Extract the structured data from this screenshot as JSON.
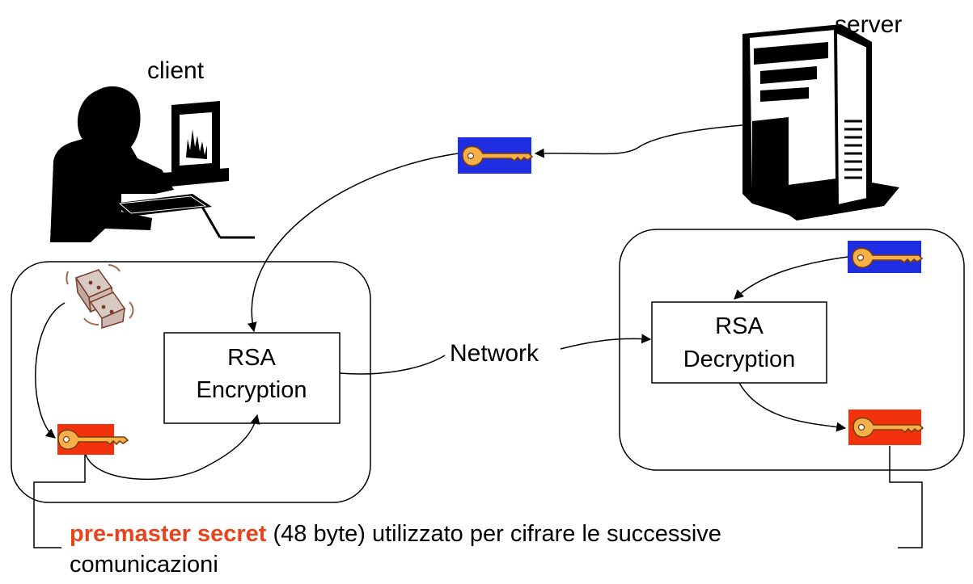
{
  "labels": {
    "client": "client",
    "server": "server",
    "network": "Network"
  },
  "boxes": {
    "encryption": {
      "line1": "RSA",
      "line2": "Encryption"
    },
    "decryption": {
      "line1": "RSA",
      "line2": "Decryption"
    }
  },
  "caption": {
    "highlight": "pre-master secret",
    "rest": " (48 byte) utilizzato per cifrare le successive",
    "line2": "comunicazioni"
  },
  "colors": {
    "public_key_bg": "#1f2ee0",
    "secret_key_bg": "#f2310d",
    "key_fill": "#f5b04a",
    "highlight": "#e8441c",
    "dice": "#d9c9c3"
  },
  "icons": [
    "user-at-computer-icon",
    "server-tower-icon",
    "public-key-icon",
    "secret-key-icon",
    "dice-icon"
  ]
}
